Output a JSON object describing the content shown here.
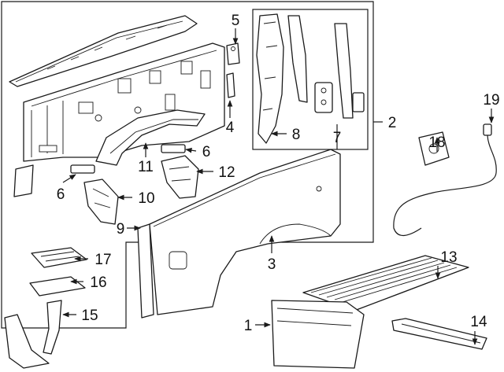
{
  "diagram": {
    "callouts": [
      {
        "id": "c1",
        "label": "1"
      },
      {
        "id": "c2",
        "label": "2"
      },
      {
        "id": "c3",
        "label": "3"
      },
      {
        "id": "c4",
        "label": "4"
      },
      {
        "id": "c5",
        "label": "5"
      },
      {
        "id": "c6a",
        "label": "6"
      },
      {
        "id": "c6b",
        "label": "6"
      },
      {
        "id": "c7",
        "label": "7"
      },
      {
        "id": "c8",
        "label": "8"
      },
      {
        "id": "c9",
        "label": "9"
      },
      {
        "id": "c10",
        "label": "10"
      },
      {
        "id": "c11",
        "label": "11"
      },
      {
        "id": "c12",
        "label": "12"
      },
      {
        "id": "c13",
        "label": "13"
      },
      {
        "id": "c14",
        "label": "14"
      },
      {
        "id": "c15",
        "label": "15"
      },
      {
        "id": "c16",
        "label": "16"
      },
      {
        "id": "c17",
        "label": "17"
      },
      {
        "id": "c18",
        "label": "18"
      },
      {
        "id": "c19",
        "label": "19"
      }
    ],
    "colors": {
      "line": "#1a1a1a",
      "background": "#ffffff"
    }
  }
}
